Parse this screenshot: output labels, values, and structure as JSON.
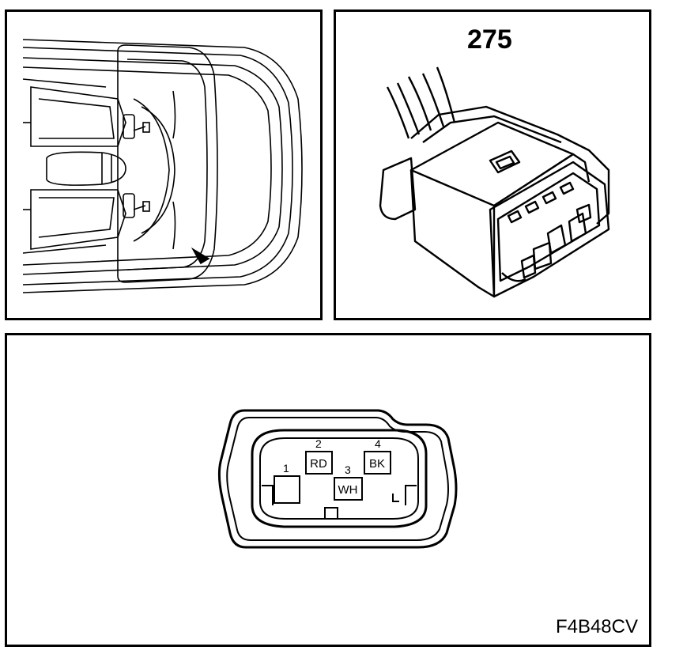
{
  "connector": {
    "number": "275",
    "figure_code": "F4B48CV"
  },
  "pins": [
    {
      "number": "1",
      "color": ""
    },
    {
      "number": "2",
      "color": "RD"
    },
    {
      "number": "3",
      "color": "WH"
    },
    {
      "number": "4",
      "color": "BK"
    }
  ]
}
